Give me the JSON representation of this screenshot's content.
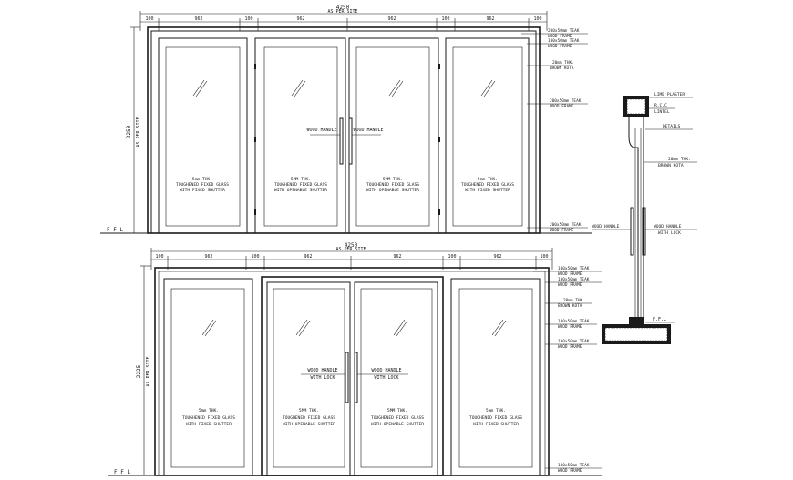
{
  "top_elevation": {
    "overall_dim": "4250",
    "overall_note": "AS PER SITE",
    "segments": [
      "100",
      "962",
      "100",
      "962",
      "962",
      "100",
      "962",
      "100"
    ],
    "height_dim": "2250",
    "height_note": "AS PER SITE",
    "ffl": "F F L",
    "handle_left": "WOOD HANDLE",
    "handle_right": "WOOD HANDLE",
    "panels": [
      {
        "line1": "5mm THK.",
        "line2": "TOUGHENED FIXED GLASS",
        "line3": "WITH FIXED SHUTTER"
      },
      {
        "line1": "5MM THK.",
        "line2": "TOUGHENED FIXED GLASS",
        "line3": "WITH OPENABLE SHUTTER"
      },
      {
        "line1": "5MM THK.",
        "line2": "TOUGHENED FIXED GLASS",
        "line3": "WITH OPENABLE SHUTTER"
      },
      {
        "line1": "5mm THK.",
        "line2": "TOUGHENED FIXED GLASS",
        "line3": "WITH FIXED SHUTTER"
      }
    ],
    "callouts": [
      {
        "l1": "200x50mm TEAK",
        "l2": "WOOD FRAME"
      },
      {
        "l1": "100x50mm TEAK",
        "l2": "WOOD FRAME"
      },
      {
        "l1": "20mm THK.",
        "l2": "BROWN KOTA"
      },
      {
        "l1": "200x50mm TEAK",
        "l2": "WOOD FRAME"
      },
      {
        "l1": "200x50mm TEAK",
        "l2": "WOOD FRAME"
      }
    ]
  },
  "bottom_elevation": {
    "overall_dim": "4250",
    "overall_note": "AS PER SITE",
    "segments": [
      "100",
      "962",
      "100",
      "962",
      "962",
      "100",
      "962",
      "100"
    ],
    "height_dim": "2225",
    "height_note": "AS PER SITE",
    "ffl": "F F L",
    "handle_left": {
      "l1": "WOOD HANDLE",
      "l2": "WITH LOCK"
    },
    "handle_right": {
      "l1": "WOOD HANDLE",
      "l2": "WITH LOCK"
    },
    "panels": [
      {
        "line1": "5mm THK.",
        "line2": "TOUGHENED FIXED GLASS",
        "line3": "WITH FIXED SHUTTER"
      },
      {
        "line1": "5MM THK.",
        "line2": "TOUGHENED FIXED GLASS",
        "line3": "WITH OPENABLE SHUTTER"
      },
      {
        "line1": "5MM THK.",
        "line2": "TOUGHENED FIXED GLASS",
        "line3": "WITH OPENABLE SHUTTER"
      },
      {
        "line1": "5mm THK.",
        "line2": "TOUGHENED FIXED GLASS",
        "line3": "WITH FIXED SHUTTER"
      }
    ],
    "callouts": [
      {
        "l1": "100x50mm TEAK",
        "l2": "WOOD FRAME"
      },
      {
        "l1": "100x50mm TEAK",
        "l2": "WOOD FRAME"
      },
      {
        "l1": "20mm THK.",
        "l2": "BROWN KOTA"
      },
      {
        "l1": "100x50mm TEAK",
        "l2": "WOOD FRAME"
      },
      {
        "l1": "100x50mm TEAK",
        "l2": "WOOD FRAME"
      },
      {
        "l1": "100x50mm TEAK",
        "l2": "WOOD FRAME"
      }
    ]
  },
  "section": {
    "lime_plaster": "LIME PLASTER",
    "rcc_lintel_1": "R.C.C",
    "rcc_lintel_2": "LINTEL",
    "details": "DETAILS",
    "kota_1": "20mm THK.",
    "kota_2": "BROWN KOTA",
    "handle": "WOOD HANDLE",
    "handle_lock_1": "WOOD HANDLE",
    "handle_lock_2": "WITH LOCK",
    "ffl": "F.F.L"
  }
}
